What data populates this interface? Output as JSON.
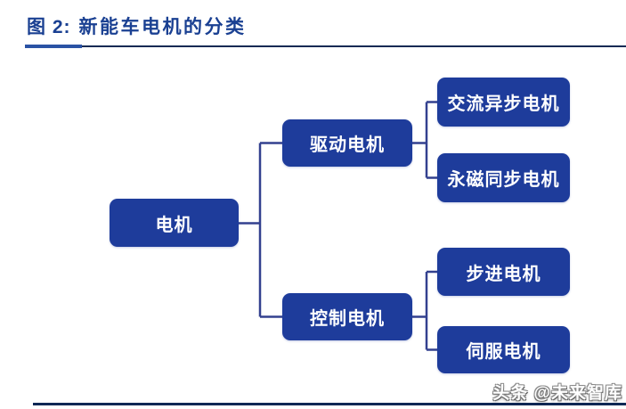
{
  "page": {
    "caption_prefix": "图 2:",
    "caption_title": "新能车电机的分类",
    "watermark": "头条 @未来智库"
  },
  "diagram": {
    "type": "tree",
    "root": {
      "label": "电机"
    },
    "branches": [
      {
        "label": "驱动电机",
        "children": [
          {
            "label": "交流异步电机"
          },
          {
            "label": "永磁同步电机"
          }
        ]
      },
      {
        "label": "控制电机",
        "children": [
          {
            "label": "步进电机"
          },
          {
            "label": "伺服电机"
          }
        ]
      }
    ]
  },
  "colors": {
    "node_fill": "#1e3c9b",
    "node_text": "#ffffff",
    "connector": "#33418f",
    "caption_text": "#1a4092",
    "accent_underline": "#2a52a4",
    "header_rule": "#122a54",
    "footer_rule": "#0f2855"
  }
}
